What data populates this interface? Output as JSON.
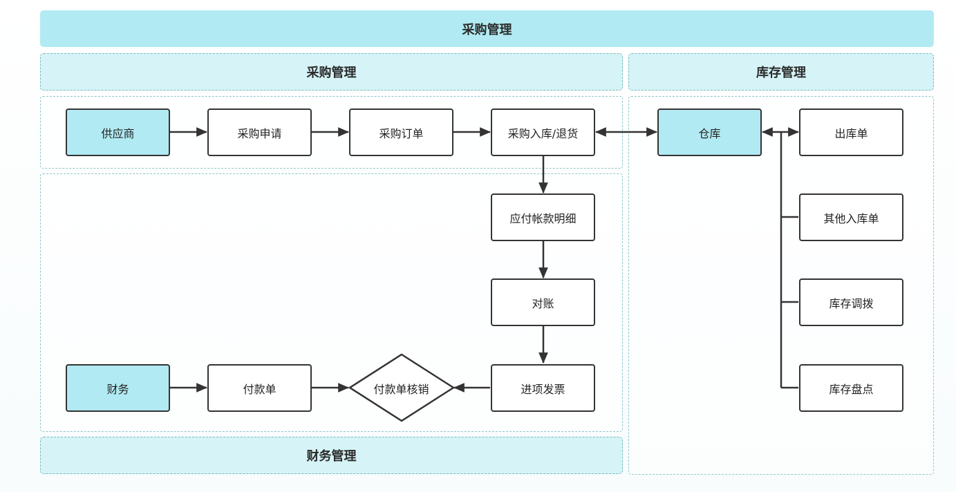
{
  "title": "采购管理",
  "sections": {
    "purchase": "采购管理",
    "inventory": "库存管理",
    "finance": "财务管理"
  },
  "nodes": {
    "supplier": "供应商",
    "purchase_request": "采购申请",
    "purchase_order": "采购订单",
    "purchase_receipt_return": "采购入库/退货",
    "warehouse": "仓库",
    "outbound_order": "出库单",
    "other_inbound_order": "其他入库单",
    "stock_transfer": "库存调拨",
    "stock_count": "库存盘点",
    "payable_detail": "应付帐款明细",
    "reconciliation": "对账",
    "input_invoice": "进项发票",
    "payment_writeoff": "付款单核销",
    "payment_order": "付款单",
    "finance": "财务"
  },
  "colors": {
    "title_band": "#b1eaf2",
    "section_band": "#d6f4f7",
    "accent_node": "#b1eaf2",
    "stroke": "#333333",
    "dashed_border": "#8fc6c8"
  }
}
